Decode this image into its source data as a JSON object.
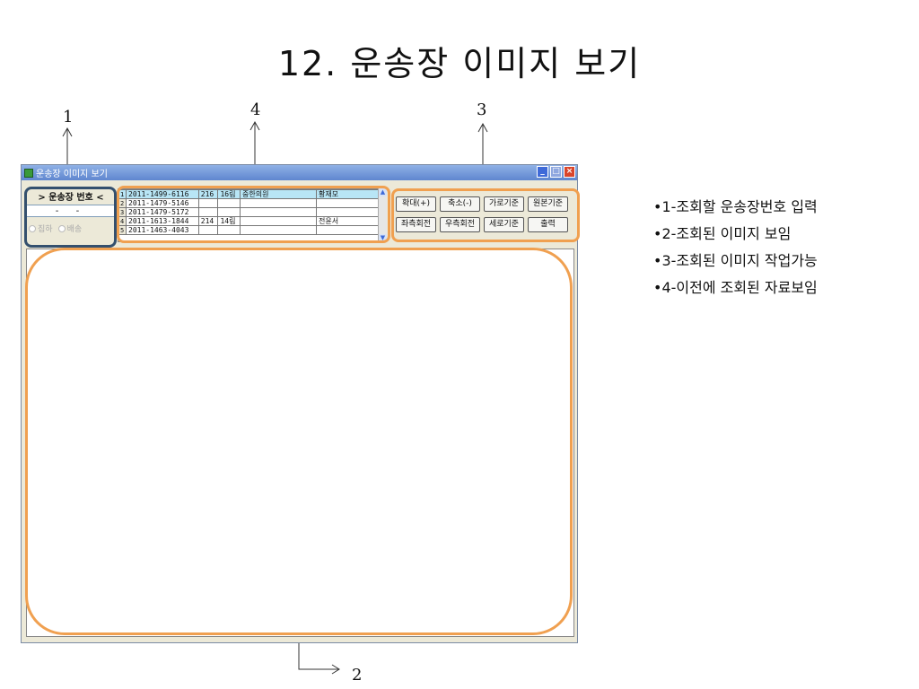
{
  "slide": {
    "title": "12. 운송장 이미지 보기",
    "callouts": [
      "1",
      "2",
      "3",
      "4"
    ],
    "bullets": [
      "•1-조회할 운송장번호 입력",
      "•2-조회된 이미지 보임",
      "•3-조회된 이미지 작업가능",
      "•4-이전에 조회된 자료보임"
    ],
    "highlight_colors": {
      "left_panel": "#34506e",
      "others": "#f0a050"
    }
  },
  "window": {
    "title": "운송장 이미지 보기",
    "search_label": "> 운송장 번호 <",
    "invoice_value": "- -",
    "radios": [
      "집하",
      "배송"
    ],
    "grid_rows": [
      {
        "no": "1",
        "invoice": "2011-1499-6116",
        "code": "216",
        "place": "16림",
        "name": "중한의원",
        "person": "황재모"
      },
      {
        "no": "2",
        "invoice": "2011-1479-5146",
        "code": "",
        "place": "",
        "name": "",
        "person": ""
      },
      {
        "no": "3",
        "invoice": "2011-1479-5172",
        "code": "",
        "place": "",
        "name": "",
        "person": ""
      },
      {
        "no": "4",
        "invoice": "2011-1613-1844",
        "code": "214",
        "place": "14림",
        "name": "",
        "person": "전윤서"
      },
      {
        "no": "5",
        "invoice": "2011-1463-4043",
        "code": "",
        "place": "",
        "name": "",
        "person": ""
      }
    ],
    "buttons": [
      "확대(+)",
      "축소(-)",
      "가로기준",
      "원본기준",
      "좌측회전",
      "우측회전",
      "세로기준",
      "출력"
    ]
  },
  "icons": [
    "app-icon",
    "minimize-icon",
    "maximize-icon",
    "close-icon",
    "scroll-up-icon",
    "scroll-down-icon",
    "arrow-icon"
  ]
}
